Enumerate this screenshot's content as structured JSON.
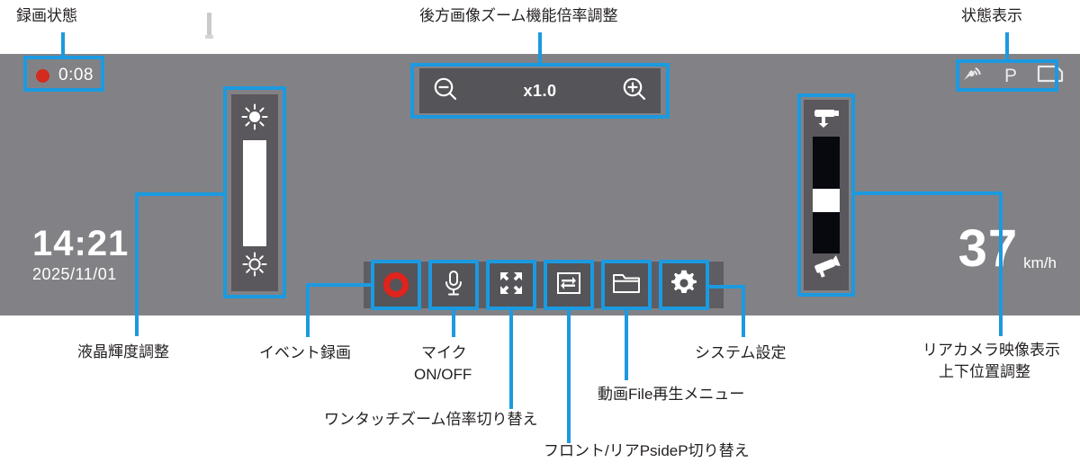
{
  "screen": {
    "recording": {
      "icon": "record-dot-icon",
      "time": "0:08"
    },
    "status_icons": [
      {
        "name": "gps-signal-icon",
        "label": ""
      },
      {
        "name": "parking-mode-icon",
        "label": "P"
      },
      {
        "name": "sd-card-icon",
        "label": ""
      }
    ],
    "zoom_control": {
      "minus_icon": "zoom-out-icon",
      "value": "x1.0",
      "plus_icon": "zoom-in-icon"
    },
    "brightness_slider": {
      "top_icon": "brightness-high-icon",
      "bottom_icon": "brightness-low-icon"
    },
    "rear_camera_slider": {
      "top_icon": "camera-down-icon",
      "bottom_icon": "camera-up-icon"
    },
    "clock": {
      "time": "14:21",
      "date": "2025/11/01"
    },
    "speed": {
      "value": "37",
      "unit": "km/h"
    },
    "toolbar": [
      {
        "name": "event-record-button",
        "icon": "record-ring-icon"
      },
      {
        "name": "mic-toggle-button",
        "icon": "microphone-icon"
      },
      {
        "name": "one-touch-zoom-button",
        "icon": "expand-arrows-icon"
      },
      {
        "name": "psidep-switch-button",
        "icon": "swap-arrows-icon"
      },
      {
        "name": "file-playback-button",
        "icon": "folder-icon"
      },
      {
        "name": "system-settings-button",
        "icon": "gear-icon"
      }
    ]
  },
  "annotations": {
    "accent_color": "#1b9ae0",
    "text_color": "#231f20",
    "labels": {
      "recording_state": "録画状態",
      "rear_zoom": "後方画像ズーム機能倍率調整",
      "status_display": "状態表示",
      "lcd_brightness": "液晶輝度調整",
      "event_record": "イベント録画",
      "mic_line1": "マイク",
      "mic_line2": "ON/OFF",
      "one_touch_zoom": "ワンタッチズーム倍率切り替え",
      "psidep_switch": "フロント/リアPsideP切り替え",
      "file_menu": "動画File再生メニュー",
      "system_settings": "システム設定",
      "rear_cam_line1": "リアカメラ映像表示",
      "rear_cam_line2": "上下位置調整"
    }
  }
}
